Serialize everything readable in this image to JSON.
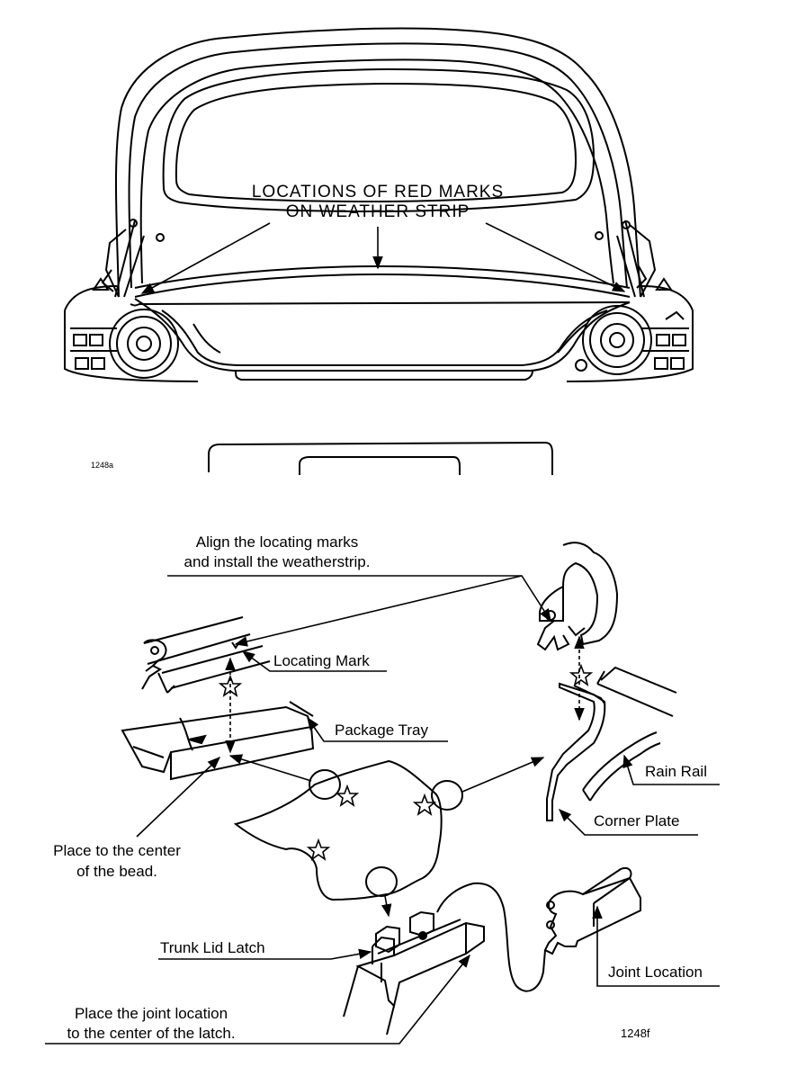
{
  "top_diagram": {
    "label_line1": "LOCATIONS OF RED MARKS",
    "label_line2": "ON WEATHER STRIP",
    "figure_id": "1248a"
  },
  "detail_diagram": {
    "align_line1": "Align the locating marks",
    "align_line2": "and install the weatherstrip.",
    "locating_mark": "Locating Mark",
    "package_tray": "Package Tray",
    "rain_rail": "Rain Rail",
    "corner_plate": "Corner Plate",
    "bead_line1": "Place to the center",
    "bead_line2": "of the bead.",
    "trunk_lid_latch": "Trunk Lid Latch",
    "joint_location": "Joint Location",
    "joint_line1": "Place the joint location",
    "joint_line2": "to the center of the latch.",
    "figure_id": "1248f"
  }
}
